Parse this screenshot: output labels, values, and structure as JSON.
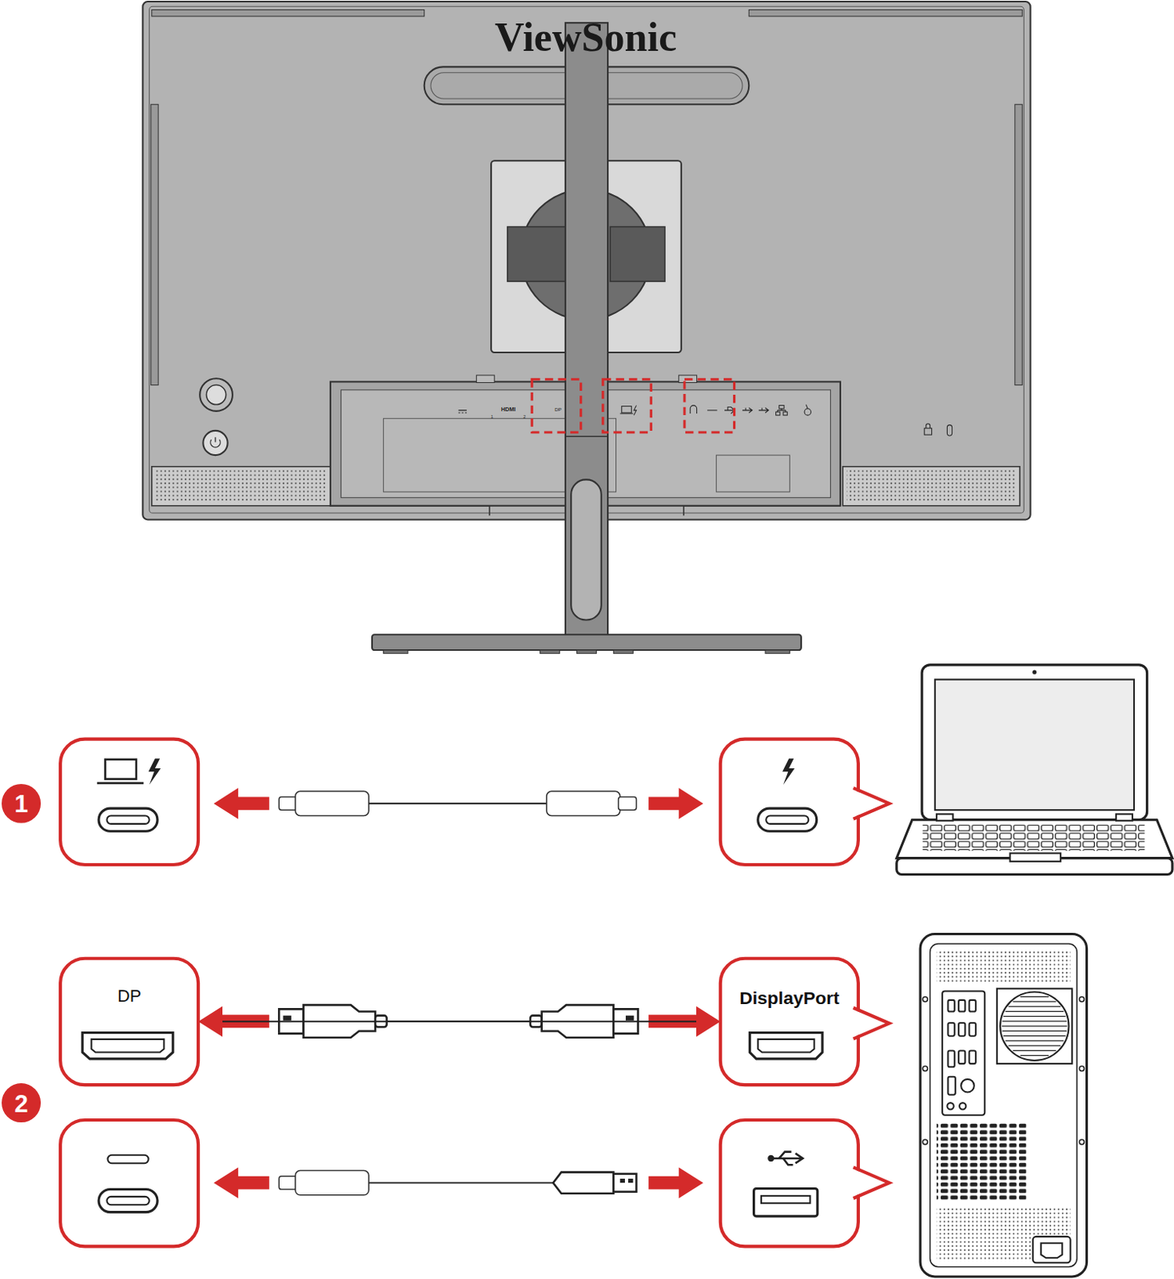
{
  "diagram": {
    "nodes": [
      {
        "text": [
          "DP"
        ]
      },
      {
        "text": [
          "DisplayPort"
        ]
      }
    ],
    "edges": [
      {
        "from": 0,
        "to": 1,
        "arrow": "both"
      }
    ],
    "labels": [
      "ViewSonic",
      "HDMI",
      "1",
      "2",
      "DP",
      "1",
      "2"
    ]
  }
}
